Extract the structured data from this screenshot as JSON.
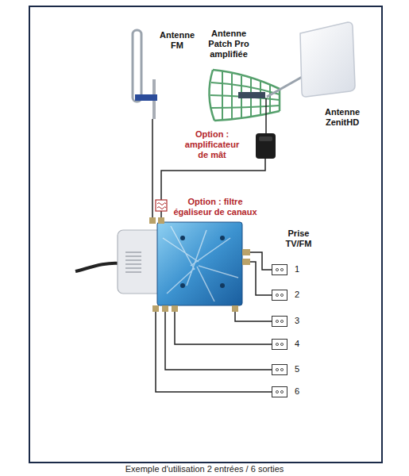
{
  "diagram": {
    "caption": "Exemple d'utilisation 2 entrées / 6 sorties",
    "nodes": [
      {
        "text": [
          "1"
        ]
      },
      {
        "text": [
          "2"
        ]
      },
      {
        "text": [
          "3"
        ]
      },
      {
        "text": [
          "4"
        ]
      },
      {
        "text": [
          "5"
        ]
      },
      {
        "text": [
          "6"
        ]
      }
    ],
    "labels": [
      "Antenne FM",
      "Antenne Patch Pro amplifiée",
      "Antenne ZenitHD",
      "Option : amplificateur de mât",
      "Option : filtre égaliseur de canaux",
      "Prise TV/FM"
    ]
  }
}
